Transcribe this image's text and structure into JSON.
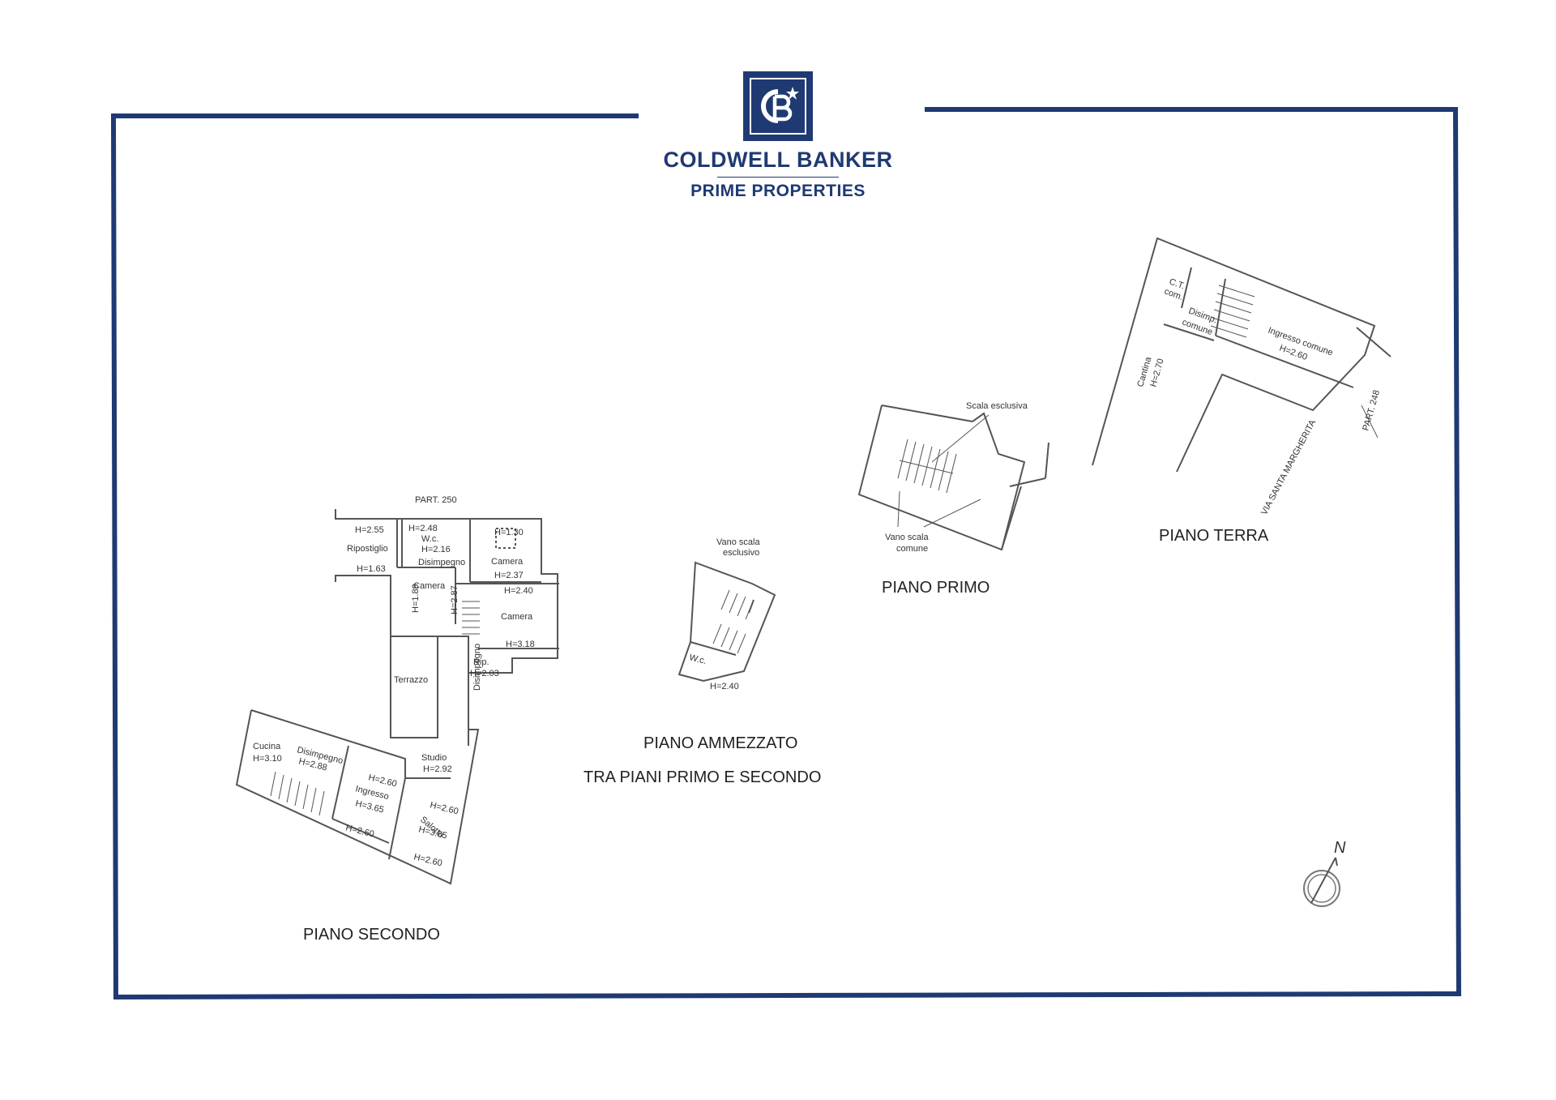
{
  "brand": {
    "name": "COLDWELL BANKER",
    "subtitle": "PRIME PROPERTIES",
    "accent_color": "#1f3a73"
  },
  "floors": {
    "secondo": "PIANO SECONDO",
    "ammezzato_1": "PIANO AMMEZZATO",
    "ammezzato_2": "TRA PIANI PRIMO E SECONDO",
    "primo": "PIANO PRIMO",
    "terra": "PIANO TERRA"
  },
  "plan_secondo": {
    "part": "PART. 250",
    "rooms": [
      "H=2.55",
      "Ripostiglio",
      "H=1.63",
      "H=2.48",
      "W.c.",
      "H=2.16",
      "Disimpegno",
      "H=1.30",
      "Camera",
      "H=2.37",
      "Camera",
      "H=1.89",
      "H=2.87",
      "H=2.40",
      "Camera",
      "H=3.18",
      "Rip.",
      "H=2.03",
      "Terrazzo",
      "Disimpegno",
      "Cucina",
      "H=3.10",
      "Disimpegno",
      "H=2.88",
      "H=2.60",
      "Ingresso",
      "H=3.65",
      "Studio",
      "H=2.92",
      "H=2.60",
      "Salotto",
      "H=3.65",
      "H=2.60",
      "H=2.60"
    ]
  },
  "plan_ammezzato": {
    "rooms": [
      "Vano scala",
      "esclusivo",
      "W.c.",
      "H=2.40"
    ]
  },
  "plan_primo": {
    "rooms": [
      "Scala esclusiva",
      "Vano scala",
      "comune"
    ]
  },
  "plan_terra": {
    "rooms": [
      "C.T.",
      "com.",
      "Disimp.",
      "comune",
      "Ingresso comune",
      "H=2.60",
      "Cantina",
      "H=2.70",
      "PART. 248",
      "VIA SANTA MARGHERITA"
    ]
  },
  "compass": {
    "label": "N"
  }
}
